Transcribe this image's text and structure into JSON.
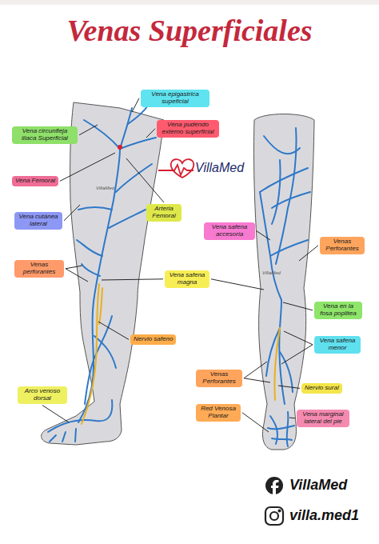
{
  "diagram": {
    "title": "Venas Superficiales",
    "nodes": [
      {
        "text": [
          "Vena epigastrica supeficial"
        ]
      },
      {
        "text": [
          "Vena circunfleja iliaca Superficial"
        ]
      },
      {
        "text": [
          "Vena pudendo externo superficial"
        ]
      },
      {
        "text": [
          "Vena Femoral"
        ]
      },
      {
        "text": [
          "Arteria Femoral"
        ]
      },
      {
        "text": [
          "Vena cutánea lateral"
        ]
      },
      {
        "text": [
          "Vena safena accesoria"
        ]
      },
      {
        "text": [
          "Venas Perforantes"
        ]
      },
      {
        "text": [
          "Venas perforantes"
        ]
      },
      {
        "text": [
          "Vena safena magna"
        ]
      },
      {
        "text": [
          "Vena en la fosa poplitea"
        ]
      },
      {
        "text": [
          "Vena safena menor"
        ]
      },
      {
        "text": [
          "Nervio safeno"
        ]
      },
      {
        "text": [
          "Venas Perforantes"
        ]
      },
      {
        "text": [
          "Nervio sural"
        ]
      },
      {
        "text": [
          "Arco venoso dorsal"
        ]
      },
      {
        "text": [
          "Red Venosa Plantar"
        ]
      },
      {
        "text": [
          "Vena marginal lateral del pie"
        ]
      }
    ],
    "labels": [
      "VillaMed",
      "VillaMed",
      "VillaMed",
      "VillaMed",
      "villa.med1"
    ]
  }
}
